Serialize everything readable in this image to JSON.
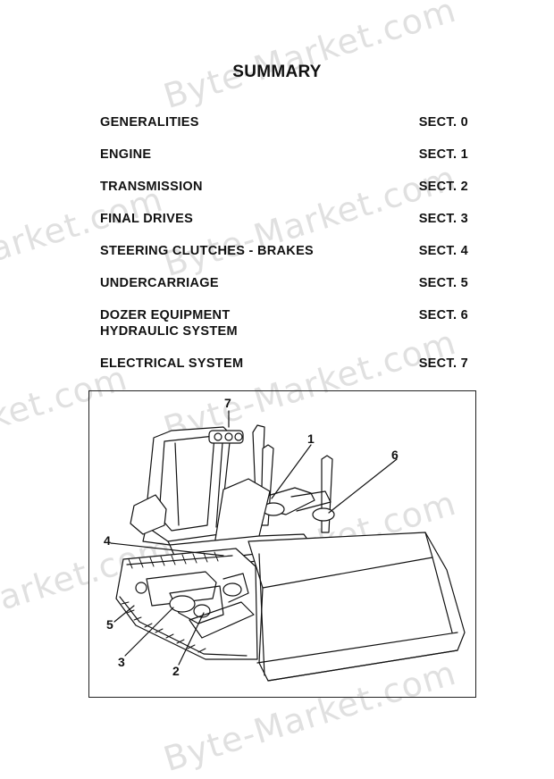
{
  "title": "SUMMARY",
  "toc": [
    {
      "label": "GENERALITIES",
      "section": "SECT. 0"
    },
    {
      "label": "ENGINE",
      "section": "SECT. 1"
    },
    {
      "label": "TRANSMISSION",
      "section": "SECT. 2"
    },
    {
      "label": "FINAL DRIVES",
      "section": "SECT. 3"
    },
    {
      "label": "STEERING CLUTCHES - BRAKES",
      "section": "SECT. 4"
    },
    {
      "label": "UNDERCARRIAGE",
      "section": "SECT. 5"
    },
    {
      "label": "DOZER EQUIPMENT",
      "label2": "HYDRAULIC SYSTEM",
      "section": "SECT. 6"
    },
    {
      "label": "ELECTRICAL SYSTEM",
      "section": "SECT. 7"
    }
  ],
  "figure": {
    "callouts": [
      "1",
      "2",
      "3",
      "4",
      "5",
      "6",
      "7"
    ]
  },
  "watermark": "Byte-Market.com"
}
